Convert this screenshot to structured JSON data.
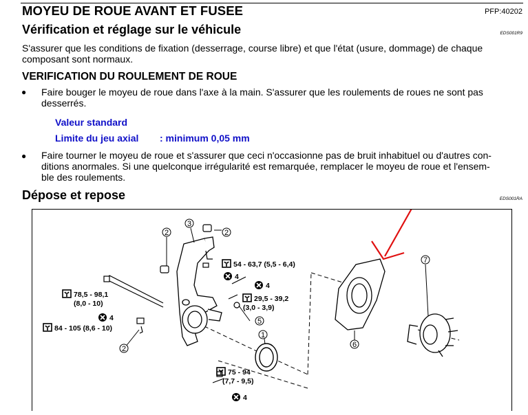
{
  "header": {
    "title": "MOYEU DE ROUE AVANT ET FUSEE",
    "pfp": "PFP:40202"
  },
  "section1": {
    "title": "Vérification et réglage sur le véhicule",
    "code": "EDS001R9",
    "para_line1": "S'assurer que les conditions de fixation (desserrage, course libre) et que l'état (usure, dommage) de chaque",
    "para_line2": "composant sont normaux."
  },
  "subsection": {
    "title": "VERIFICATION DU ROULEMENT DE ROUE",
    "bullet1_line1": "Faire bouger le moyeu de roue dans l'axe à la main. S'assurer que les roulements de roues ne sont pas",
    "bullet1_line2": "desserrés.",
    "standard_label": "Valeur standard",
    "limit_label": "Limite du jeu axial",
    "limit_value": ": minimum 0,05 mm",
    "bullet2_line1": "Faire tourner le moyeu de roue et s'assurer que ceci n'occasionne pas de bruit inhabituel ou d'autres con-",
    "bullet2_line2": "ditions anormales. Si une quelconque irrégularité est remarquée, remplacer le moyeu de roue et l'ensem-",
    "bullet2_line3": "ble des roulements."
  },
  "section2": {
    "title": "Dépose et repose",
    "code": "EDS001RA"
  },
  "diagram": {
    "torque1": "54 - 63,7 (5,5 - 6,4)",
    "torque2a": "78,5 - 98,1",
    "torque2b": "(8,0 - 10)",
    "torque3a": "29,5 - 39,2",
    "torque3b": "(3,0 - 3,9)",
    "torque4": "84 - 105 (8,6 - 10)",
    "torque5a": "75 - 94",
    "torque5b": "(7,7 - 9,5)",
    "callout_1": "1",
    "callout_2": "2",
    "callout_3": "3",
    "callout_4": "4",
    "callout_5": "5",
    "callout_6": "6",
    "callout_7": "7",
    "arrow_color": "#e01010"
  }
}
